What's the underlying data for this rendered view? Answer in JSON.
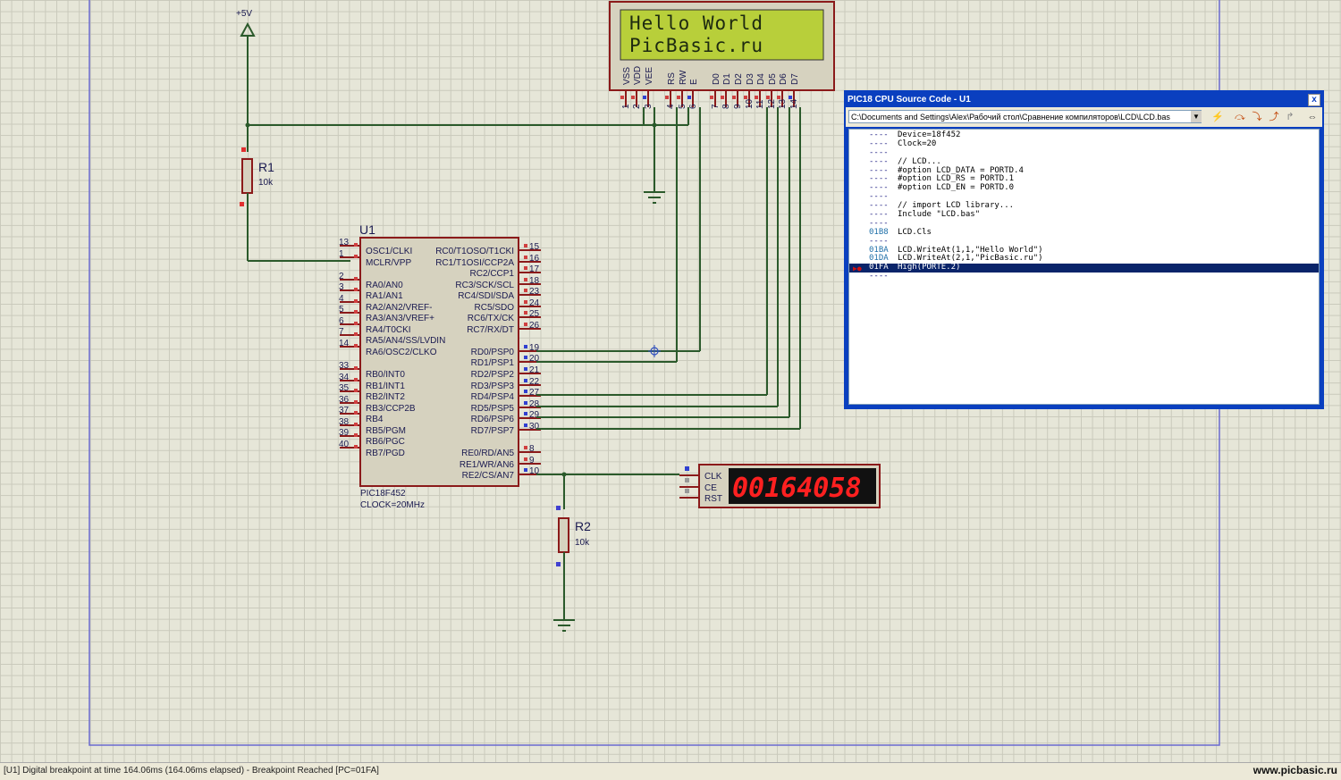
{
  "schematic": {
    "power_label": "+5V",
    "r1": {
      "name": "R1",
      "value": "10k"
    },
    "r2": {
      "name": "R2",
      "value": "10k"
    },
    "u1": {
      "name": "U1",
      "part": "PIC18F452",
      "clock": "CLOCK=20MHz"
    },
    "left_pins": [
      {
        "num": "13",
        "label": "OSC1/CLKI"
      },
      {
        "num": "1",
        "label": "MCLR/VPP"
      },
      {
        "num": "2",
        "label": "RA0/AN0"
      },
      {
        "num": "3",
        "label": "RA1/AN1"
      },
      {
        "num": "4",
        "label": "RA2/AN2/VREF-"
      },
      {
        "num": "5",
        "label": "RA3/AN3/VREF+"
      },
      {
        "num": "6",
        "label": "RA4/T0CKI"
      },
      {
        "num": "7",
        "label": "RA5/AN4/SS/LVDIN"
      },
      {
        "num": "14",
        "label": "RA6/OSC2/CLKO"
      },
      {
        "num": "33",
        "label": "RB0/INT0"
      },
      {
        "num": "34",
        "label": "RB1/INT1"
      },
      {
        "num": "35",
        "label": "RB2/INT2"
      },
      {
        "num": "36",
        "label": "RB3/CCP2B"
      },
      {
        "num": "37",
        "label": "RB4"
      },
      {
        "num": "38",
        "label": "RB5/PGM"
      },
      {
        "num": "39",
        "label": "RB6/PGC"
      },
      {
        "num": "40",
        "label": "RB7/PGD"
      }
    ],
    "right_pins": [
      {
        "num": "15",
        "label": "RC0/T1OSO/T1CKI"
      },
      {
        "num": "16",
        "label": "RC1/T1OSI/CCP2A"
      },
      {
        "num": "17",
        "label": "RC2/CCP1"
      },
      {
        "num": "18",
        "label": "RC3/SCK/SCL"
      },
      {
        "num": "23",
        "label": "RC4/SDI/SDA"
      },
      {
        "num": "24",
        "label": "RC5/SDO"
      },
      {
        "num": "25",
        "label": "RC6/TX/CK"
      },
      {
        "num": "26",
        "label": "RC7/RX/DT"
      },
      {
        "num": "19",
        "label": "RD0/PSP0"
      },
      {
        "num": "20",
        "label": "RD1/PSP1"
      },
      {
        "num": "21",
        "label": "RD2/PSP2"
      },
      {
        "num": "22",
        "label": "RD3/PSP3"
      },
      {
        "num": "27",
        "label": "RD4/PSP4"
      },
      {
        "num": "28",
        "label": "RD5/PSP5"
      },
      {
        "num": "29",
        "label": "RD6/PSP6"
      },
      {
        "num": "30",
        "label": "RD7/PSP7"
      },
      {
        "num": "8",
        "label": "RE0/RD/AN5"
      },
      {
        "num": "9",
        "label": "RE1/WR/AN6"
      },
      {
        "num": "10",
        "label": "RE2/CS/AN7"
      }
    ],
    "lcd": {
      "line1": "Hello World",
      "line2": "PicBasic.ru",
      "pin_names": [
        "VSS",
        "VDD",
        "VEE",
        "RS",
        "RW",
        "E",
        "D0",
        "D1",
        "D2",
        "D3",
        "D4",
        "D5",
        "D6",
        "D7"
      ],
      "pin_nums": [
        "1",
        "2",
        "3",
        "4",
        "5",
        "6",
        "7",
        "8",
        "9",
        "10",
        "11",
        "12",
        "13",
        "14"
      ]
    },
    "counter": {
      "pins": [
        "CLK",
        "CE",
        "RST"
      ],
      "display": "00164058"
    }
  },
  "source_window": {
    "title": "PIC18 CPU Source Code - U1",
    "close": "x",
    "path": "C:\\Documents and Settings\\Alex\\Рабочий стол\\Сравнение компиляторов\\LCD\\LCD.bas",
    "lines": [
      {
        "addr": "----",
        "code": "Device=18f452"
      },
      {
        "addr": "----",
        "code": "Clock=20"
      },
      {
        "addr": "----",
        "code": ""
      },
      {
        "addr": "----",
        "code": "// LCD..."
      },
      {
        "addr": "----",
        "code": "#option LCD_DATA = PORTD.4"
      },
      {
        "addr": "----",
        "code": "#option LCD_RS = PORTD.1"
      },
      {
        "addr": "----",
        "code": "#option LCD_EN = PORTD.0"
      },
      {
        "addr": "----",
        "code": ""
      },
      {
        "addr": "----",
        "code": "// import LCD library..."
      },
      {
        "addr": "----",
        "code": "Include \"LCD.bas\""
      },
      {
        "addr": "----",
        "code": ""
      },
      {
        "addr": "01B8",
        "code": "LCD.Cls"
      },
      {
        "addr": "----",
        "code": ""
      },
      {
        "addr": "01BA",
        "code": "LCD.WriteAt(1,1,\"Hello World\")"
      },
      {
        "addr": "01DA",
        "code": "LCD.WriteAt(2,1,\"PicBasic.ru\")"
      },
      {
        "addr": "01FA",
        "code": "High(PORTE.2)"
      },
      {
        "addr": "----",
        "code": ""
      }
    ],
    "selected_index": 15
  },
  "status": {
    "text": "[U1] Digital breakpoint at time 164.06ms (164.06ms elapsed) - Breakpoint Reached [PC=01FA]",
    "watermark": "www.picbasic.ru"
  },
  "colors": {
    "wire": "#2b5a2b",
    "component_fill": "#d6d2bf",
    "pin": "#8b1a1a",
    "lcd_bg": "#b8cf3a",
    "seg_red": "#ff2020",
    "window_blue": "#0a3fbf",
    "selection": "#0a246a"
  }
}
